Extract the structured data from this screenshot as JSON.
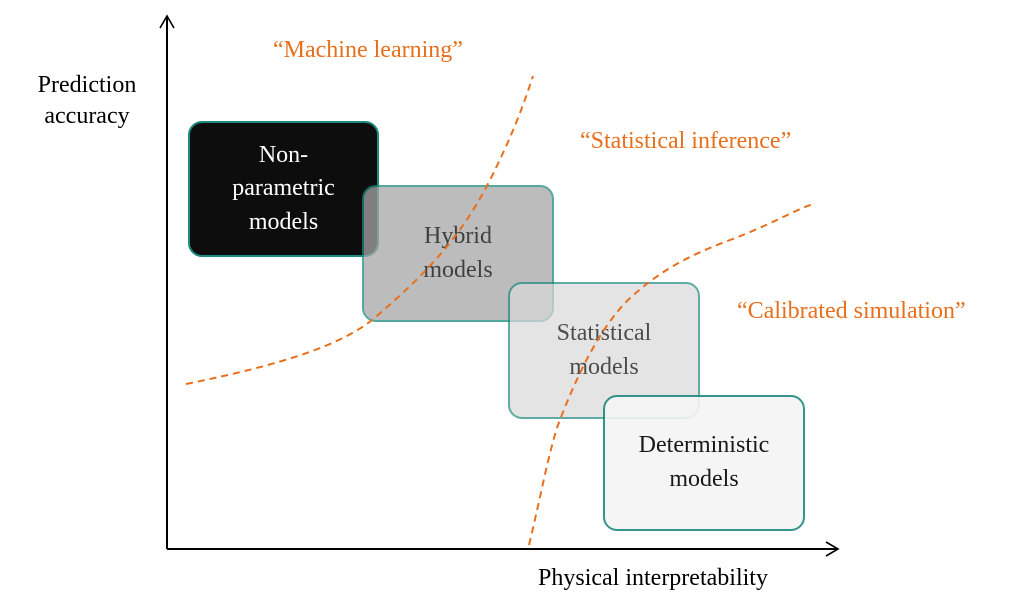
{
  "axes": {
    "y_label_line1": "Prediction",
    "y_label_line2": "accuracy",
    "x_label": "Physical interpretability"
  },
  "regions": {
    "machine_learning": "“Machine learning”",
    "statistical_inference": "“Statistical inference”",
    "calibrated_simulation": "“Calibrated simulation”"
  },
  "boxes": {
    "non_parametric": {
      "line1": "Non-",
      "line2": "parametric",
      "line3": "models",
      "fill": "#0d0d0d",
      "text_color": "#ffffff"
    },
    "hybrid": {
      "line1": "Hybrid",
      "line2": "models",
      "fill": "#a6a6a6",
      "text_color": "#000000"
    },
    "statistical": {
      "line1": "Statistical",
      "line2": "models",
      "fill": "#d9d9d9",
      "text_color": "#000000"
    },
    "deterministic": {
      "line1": "Deterministic",
      "line2": "models",
      "fill": "#f5f5f5",
      "text_color": "#000000"
    }
  },
  "colors": {
    "border": "#1D8A80",
    "boundary_line": "#E86F1C",
    "axis": "#000000"
  }
}
